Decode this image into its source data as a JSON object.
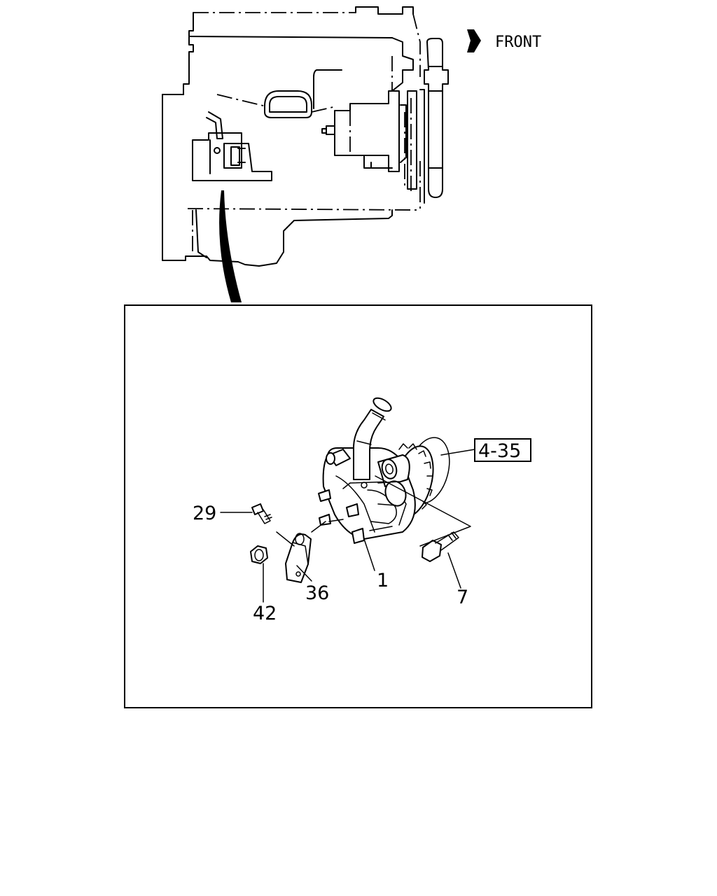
{
  "front_label": "FRONT",
  "callouts": {
    "c29": "29",
    "c42": "42",
    "c36": "36",
    "c1": "1",
    "c7": "7",
    "ref": "4-35"
  },
  "icons": {
    "front_arrow": "right-arrow-icon"
  }
}
